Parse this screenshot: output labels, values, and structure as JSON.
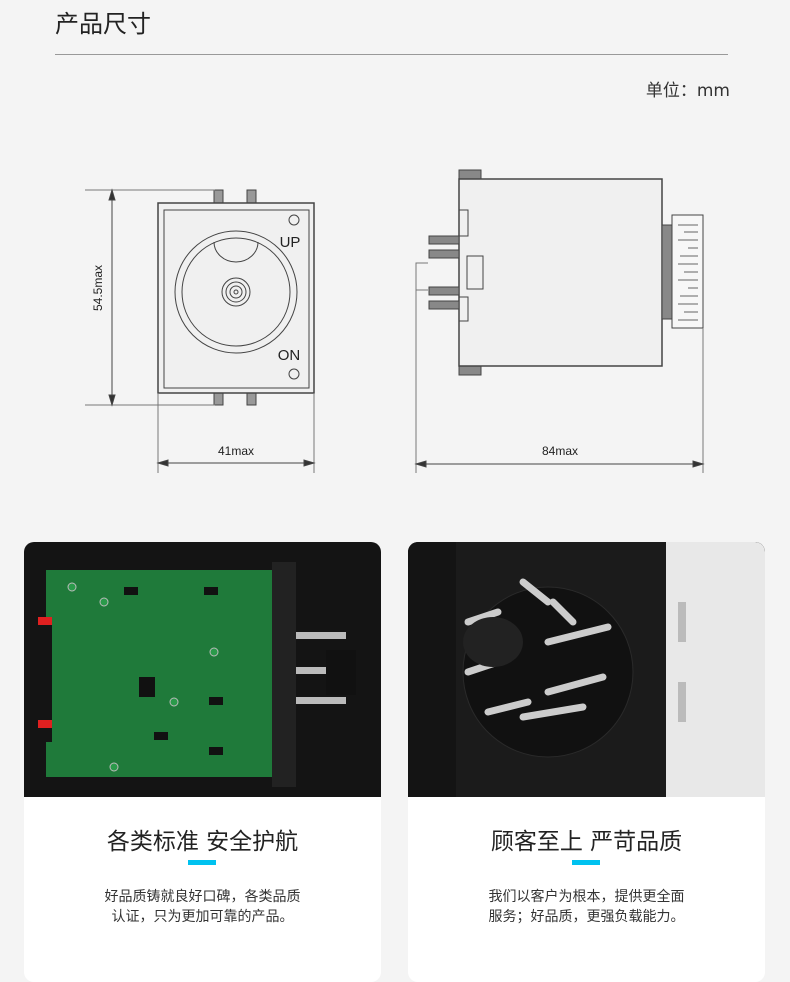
{
  "header": {
    "title": "产品尺寸",
    "unit": "单位：mm"
  },
  "drawing": {
    "front": {
      "height_label": "54.5max",
      "width_label": "41max",
      "up_label": "UP",
      "on_label": "ON"
    },
    "side": {
      "depth_label": "84max"
    }
  },
  "cards": [
    {
      "title": "各类标准 安全护航",
      "text_lines": [
        "好品质铸就良好口碑，各类品质",
        "认证，只为更加可靠的产品。"
      ]
    },
    {
      "title": "顾客至上 严苛品质",
      "text_lines": [
        "我们以客户为根本，提供更全面",
        "服务；好品质，更强负载能力。"
      ]
    }
  ],
  "colors": {
    "accent": "#00c2f0",
    "pcb": "#1f7a3a"
  }
}
